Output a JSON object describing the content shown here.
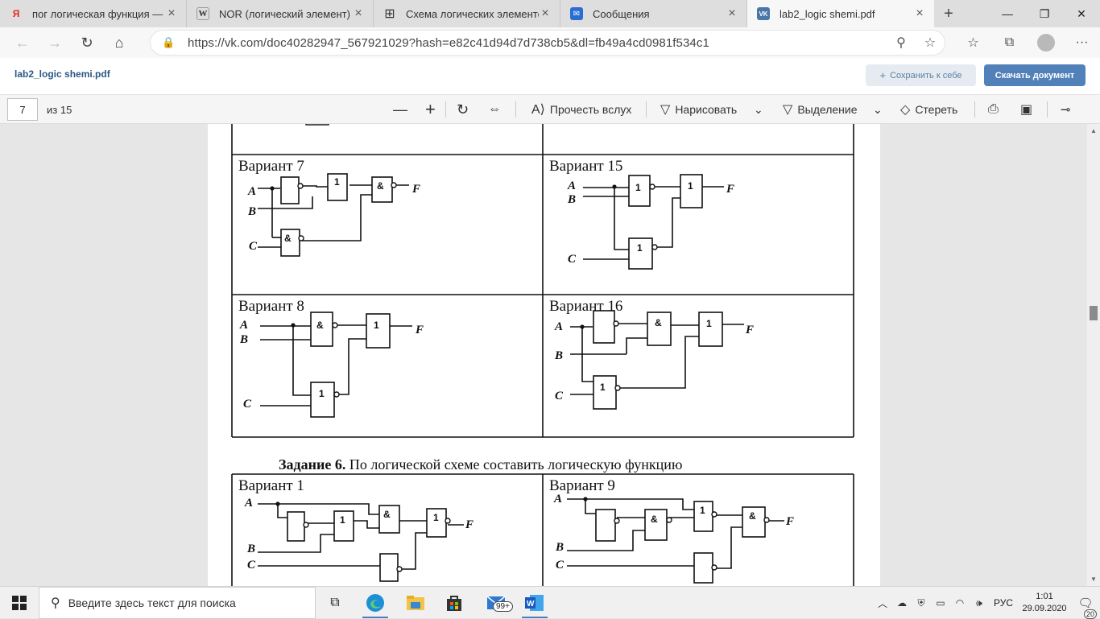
{
  "tabs": [
    {
      "title": "пог логическая функция — Ян",
      "icon": "yandex-icon",
      "fav": "Я",
      "favcolor": "#e5281b"
    },
    {
      "title": "NOR (логический элемент) Ви",
      "icon": "wikipedia-icon",
      "fav": "W",
      "favcolor": "#222"
    },
    {
      "title": "Схема логических элементов",
      "icon": "grid-icon",
      "fav": "⊞",
      "favcolor": "#333"
    },
    {
      "title": "Сообщения",
      "icon": "messages-icon",
      "fav": "✉",
      "favcolor": "#2a6ed3"
    },
    {
      "title": "lab2_logic shemi.pdf",
      "icon": "vk-icon",
      "fav": "VK",
      "favcolor": "#4a76a8",
      "active": true
    }
  ],
  "address": {
    "url": "https://vk.com/doc40282947_567921029?hash=e82c41d94d7d738cb5&dl=fb49a4cd0981f534c1"
  },
  "vk": {
    "doc_name": "lab2_logic shemi.pdf",
    "save_label": "Сохранить к себе",
    "download_label": "Скачать документ"
  },
  "pdf": {
    "page_current": "7",
    "page_total": "из 15",
    "read_aloud": "Прочесть вслух",
    "draw": "Нарисовать",
    "highlight": "Выделение",
    "erase": "Стереть"
  },
  "document": {
    "variants": [
      "Вариант 7",
      "Вариант 15",
      "Вариант 8",
      "Вариант 16",
      "Вариант 1",
      "Вариант 9"
    ],
    "task_bold": "Задание 6.",
    "task_text": " По логической схеме составить логическую функцию",
    "signals": {
      "A": "A",
      "B": "B",
      "C": "C",
      "F": "F"
    },
    "gates": {
      "and": "&",
      "or": "1"
    }
  },
  "taskbar": {
    "search_placeholder": "Введите здесь текст для поиска",
    "mail_badge": "99+",
    "lang": "РУС",
    "time": "1:01",
    "date": "29.09.2020",
    "notif_count": "20"
  }
}
